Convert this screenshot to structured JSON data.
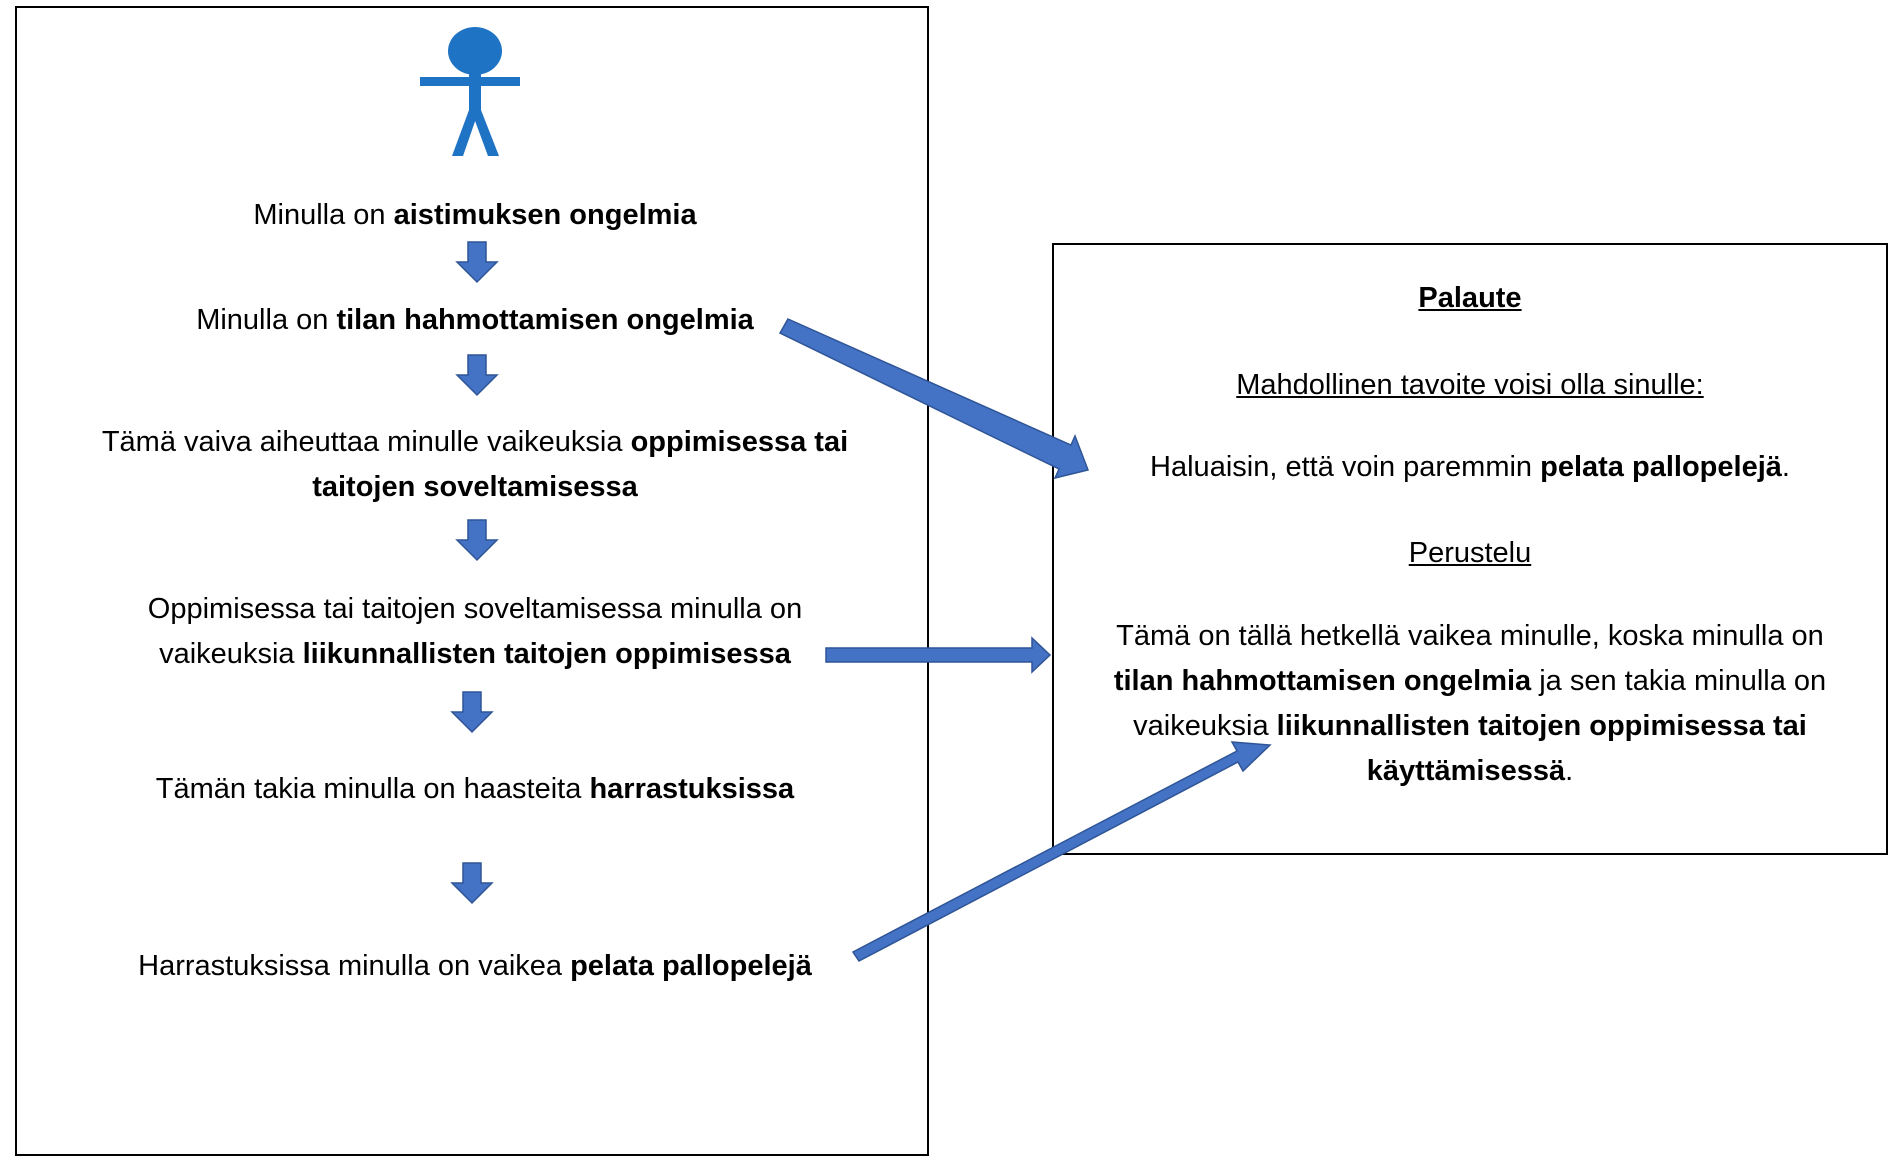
{
  "left_column": {
    "step1": {
      "plain": "Minulla on ",
      "bold": "aistimuksen ongelmia"
    },
    "step2": {
      "plain": "Minulla on ",
      "bold": "tilan hahmottamisen ongelmia"
    },
    "step3": {
      "line1_plain": "Tämä vaiva aiheuttaa minulle vaikeuksia ",
      "line1_bold": "oppimisessa tai",
      "line2_bold": "taitojen soveltamisessa"
    },
    "step4": {
      "line1_plain": "Oppimisessa tai taitojen soveltamisessa minulla on",
      "line2_plain": "vaikeuksia ",
      "line2_bold": "liikunnallisten taitojen oppimisessa"
    },
    "step5": {
      "plain": "Tämän takia minulla on haasteita ",
      "bold": "harrastuksissa"
    },
    "step6": {
      "plain": "Harrastuksissa minulla on vaikea ",
      "bold": "pelata pallopelejä"
    }
  },
  "feedback_box": {
    "title": "Palaute",
    "goal_heading": "Mahdollinen tavoite voisi olla sinulle:",
    "goal": {
      "plain": "Haluaisin, että voin paremmin ",
      "bold": "pelata pallopelejä",
      "end": "."
    },
    "reason_heading": "Perustelu",
    "reason": {
      "line1_plain": "Tämä on tällä hetkellä vaikea minulle, koska minulla on",
      "line2_bold": "tilan hahmottamisen ongelmia",
      "line2_plain": " ja sen takia minulla on",
      "line3_plain": "vaikeuksia ",
      "line3_bold": "liikunnallisten taitojen oppimisessa tai",
      "line4_bold": "käyttämisessä",
      "line4_end": "."
    }
  },
  "colors": {
    "figure": "#1f73c4",
    "arrow_fill": "#4472c4",
    "arrow_stroke": "#2f5597"
  }
}
